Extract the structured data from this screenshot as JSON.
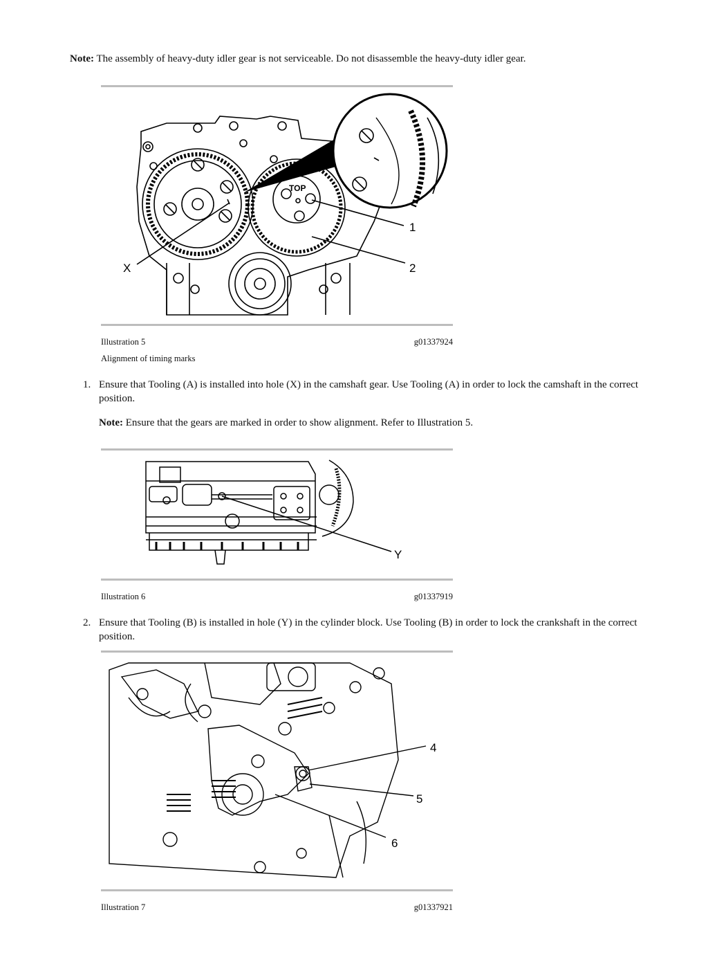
{
  "note_top": {
    "label": "Note:",
    "text": " The assembly of heavy-duty idler gear is not serviceable. Do not disassemble the heavy-duty idler gear."
  },
  "illustration5": {
    "callouts": {
      "top": "TOP",
      "c1": "1",
      "c2": "2",
      "cx": "X"
    },
    "caption_number": "Illustration 5",
    "caption_id": "g01337924",
    "caption_text": "Alignment of timing marks"
  },
  "step1": {
    "number": "1.",
    "text": "Ensure that Tooling (A) is installed into hole (X) in the camshaft gear. Use Tooling (A) in order to lock the camshaft in the correct position.",
    "note_label": "Note:",
    "note_text": " Ensure that the gears are marked in order to show alignment. Refer to Illustration 5."
  },
  "illustration6": {
    "callouts": {
      "cy": "Y"
    },
    "caption_number": "Illustration 6",
    "caption_id": "g01337919"
  },
  "step2": {
    "number": "2.",
    "text": "Ensure that Tooling (B) is installed in hole (Y) in the cylinder block. Use Tooling (B) in order to lock the crankshaft in the correct position."
  },
  "illustration7": {
    "callouts": {
      "c4": "4",
      "c5": "5",
      "c6": "6"
    },
    "caption_number": "Illustration 7",
    "caption_id": "g01337921"
  }
}
